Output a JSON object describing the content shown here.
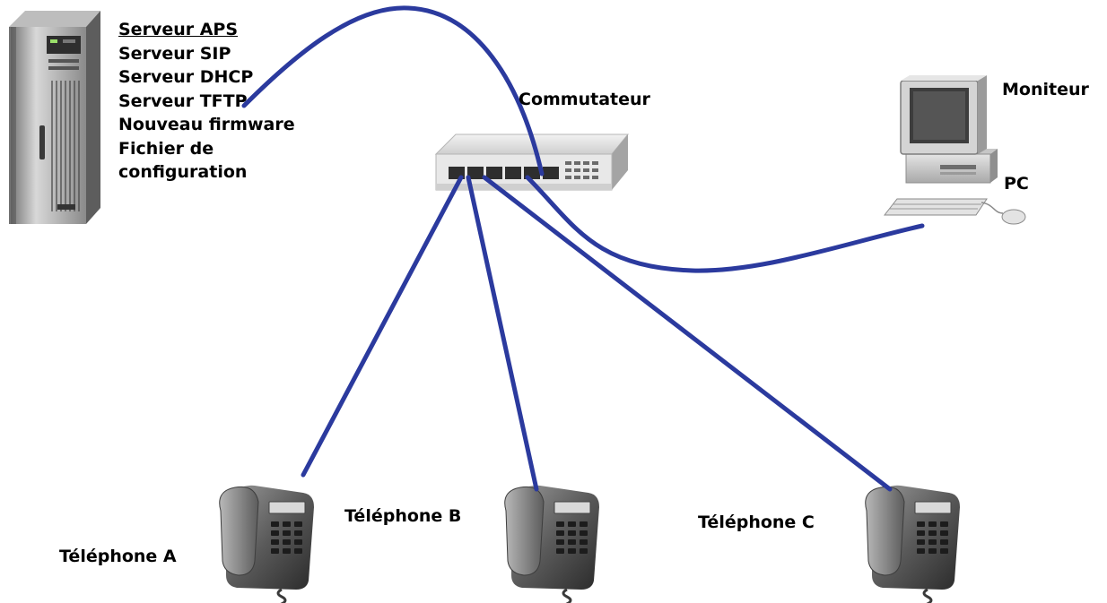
{
  "server": {
    "title": "Serveur APS",
    "items": [
      "Serveur SIP",
      "Serveur DHCP",
      "Serveur TFTP",
      "Nouveau firmware",
      "Fichier de",
      "configuration"
    ]
  },
  "switch": {
    "label": "Commutateur"
  },
  "monitor": {
    "label1": "Moniteur",
    "label2": "PC"
  },
  "phones": [
    {
      "label": "Téléphone A"
    },
    {
      "label": "Téléphone B"
    },
    {
      "label": "Téléphone C"
    }
  ],
  "colors": {
    "cable": "#2b3a9e"
  }
}
